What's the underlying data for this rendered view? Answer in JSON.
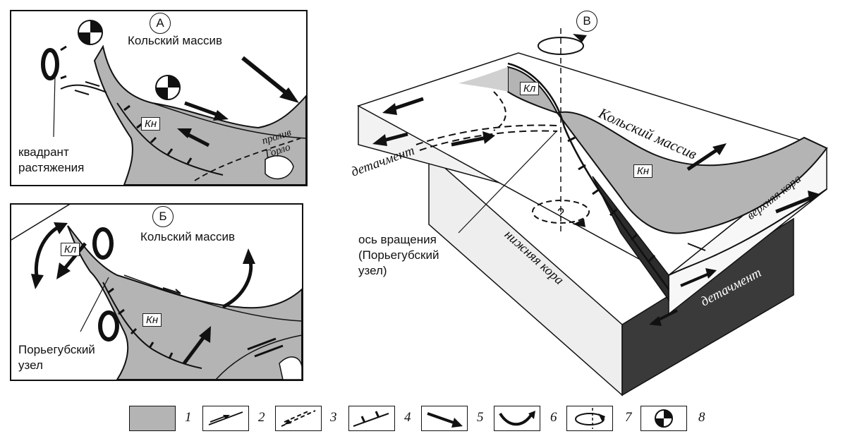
{
  "panel_a": {
    "letter": "А",
    "massif": "Кольский массив",
    "strait_line1": "пролив",
    "strait_line2": "Горло",
    "unit": "Кн",
    "quadrant_line1": "квадрант",
    "quadrant_line2": "растяжения"
  },
  "panel_b": {
    "letter": "Б",
    "massif": "Кольский массив",
    "unit_kl": "Кл",
    "unit_kn": "Кн",
    "node_line1": "Порьегубский",
    "node_line2": "узел"
  },
  "panel_v": {
    "letter": "В",
    "massif": "Кольский массив",
    "unit_kl": "Кл",
    "unit_kn": "Кн",
    "detachment_top": "детачмент",
    "detachment_bottom": "детачмент",
    "upper_crust": "верхняя кора",
    "lower_crust": "нижняя кора",
    "axis_line1": "ось вращения",
    "axis_line2": "(Порьегубский",
    "axis_line3": "узел)",
    "question": "?"
  },
  "legend": [
    {
      "num": "1",
      "symbol": "gray-fill-icon"
    },
    {
      "num": "2",
      "symbol": "strike-slip-icon"
    },
    {
      "num": "3",
      "symbol": "inferred-fault-icon"
    },
    {
      "num": "4",
      "symbol": "normal-fault-ticks-icon"
    },
    {
      "num": "5",
      "symbol": "motion-arrow-icon"
    },
    {
      "num": "6",
      "symbol": "rotation-arc-icon"
    },
    {
      "num": "7",
      "symbol": "rotation-axis-icon"
    },
    {
      "num": "8",
      "symbol": "focal-mechanism-icon"
    }
  ],
  "colors": {
    "fill": "#b4b4b4",
    "dark": "#333333",
    "side": "#e6e6e6"
  }
}
